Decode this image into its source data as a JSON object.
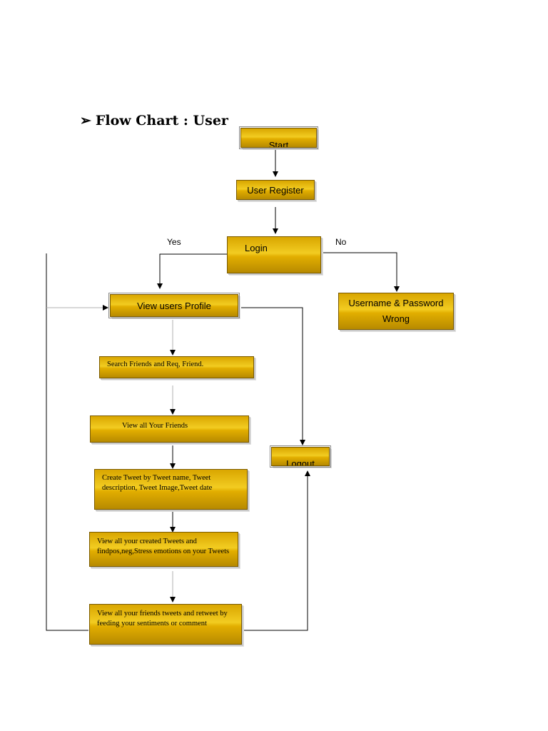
{
  "title": {
    "arrow": "➢",
    "text": "Flow Chart  :  User"
  },
  "nodes": {
    "start": "Start",
    "register": "User Register",
    "login": "Login",
    "wrong": "Username & Password Wrong",
    "profile": "View users Profile",
    "search": "Search Friends and Req, Friend.",
    "friends": "View all Your Friends",
    "logout": "Logout",
    "create": "Create Tweet by Tweet name, Tweet description, Tweet Image,Tweet date",
    "tweets": "View all your created Tweets and findpos,neg,Stress emotions on your Tweets",
    "retweet": "View all your friends tweets and retweet by feeding your sentiments or comment"
  },
  "labels": {
    "yes": "Yes",
    "no": "No"
  },
  "colors": {
    "box_fill": "#e8b400",
    "box_border": "#7a5a00",
    "line": "#000000"
  }
}
